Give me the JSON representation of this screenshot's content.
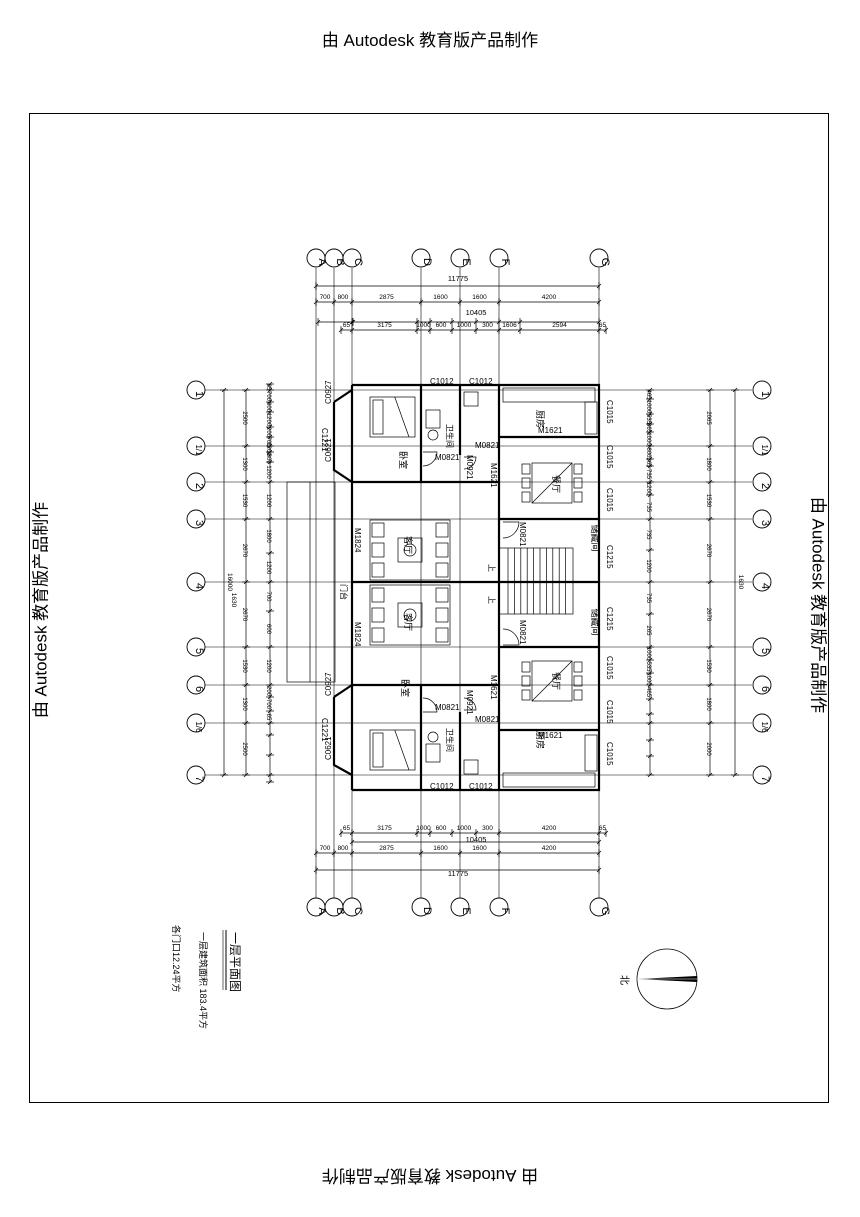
{
  "watermark": {
    "top": "由 Autodesk 教育版产品制作",
    "bottom": "由 Autodesk 教育版产品制作",
    "left": "由 Autodesk 教育版产品制作",
    "right": "由 Autodesk 教育版产品制作"
  },
  "axes_letters": [
    "A",
    "B",
    "C",
    "D",
    "E",
    "F",
    "G"
  ],
  "axes_numbers": [
    "1",
    "1/1",
    "2",
    "3",
    "4",
    "5",
    "6",
    "1/6",
    "7"
  ],
  "dims": {
    "overall_width": "11775",
    "inner_width": "10405",
    "top_row1": [
      "700",
      "800",
      "2875",
      "1600",
      "1600",
      "4200"
    ],
    "top_row2": [
      "65",
      "3175",
      "1000",
      "600",
      "1000",
      "300",
      "1606",
      "2594",
      "65"
    ],
    "bottom_row2": [
      "65",
      "3175",
      "1000",
      "600",
      "1000",
      "300",
      "4200",
      "65"
    ],
    "overall_height": "16000",
    "left_col": [
      "2500",
      "1300",
      "1530",
      "2670",
      "2670",
      "1530",
      "1300",
      "2500"
    ],
    "left_col2": [
      "65",
      "700",
      "600",
      "1200",
      "200",
      "700",
      "1200",
      "1800",
      "1200",
      "1200",
      "1800",
      "1200",
      "700",
      "600",
      "1200",
      "200",
      "700",
      "65"
    ],
    "right_col": [
      "2065",
      "1800",
      "1530",
      "2670",
      "2670",
      "1530",
      "1800",
      "2000"
    ],
    "right_col2": [
      "465",
      "1000",
      "535",
      "265",
      "1000",
      "800",
      "265",
      "735",
      "1200",
      "735",
      "735",
      "1200",
      "735",
      "265",
      "1000",
      "535",
      "1000",
      "465"
    ],
    "center_1630": "1630"
  },
  "openings": {
    "c1012": "C1012",
    "c1015": "C1015",
    "c1215": "C1215",
    "c1221": "C1221",
    "c0621": "C0621",
    "c0927": "C0927",
    "m1621": "M1621",
    "m0821": "M0821",
    "m0921": "M0921",
    "m1824": "M1824"
  },
  "rooms": {
    "bedroom": "卧室",
    "bathroom": "卫生间",
    "kitchen": "厨房",
    "dining": "餐厅",
    "living": "客厅",
    "storage": "储藏间",
    "terrace": "门台",
    "stair_up": "上"
  },
  "notes": {
    "title": "一层平面图",
    "area1": "一层建筑面积 183.4平方",
    "area2": "各门口12.24平方",
    "north": "北"
  }
}
